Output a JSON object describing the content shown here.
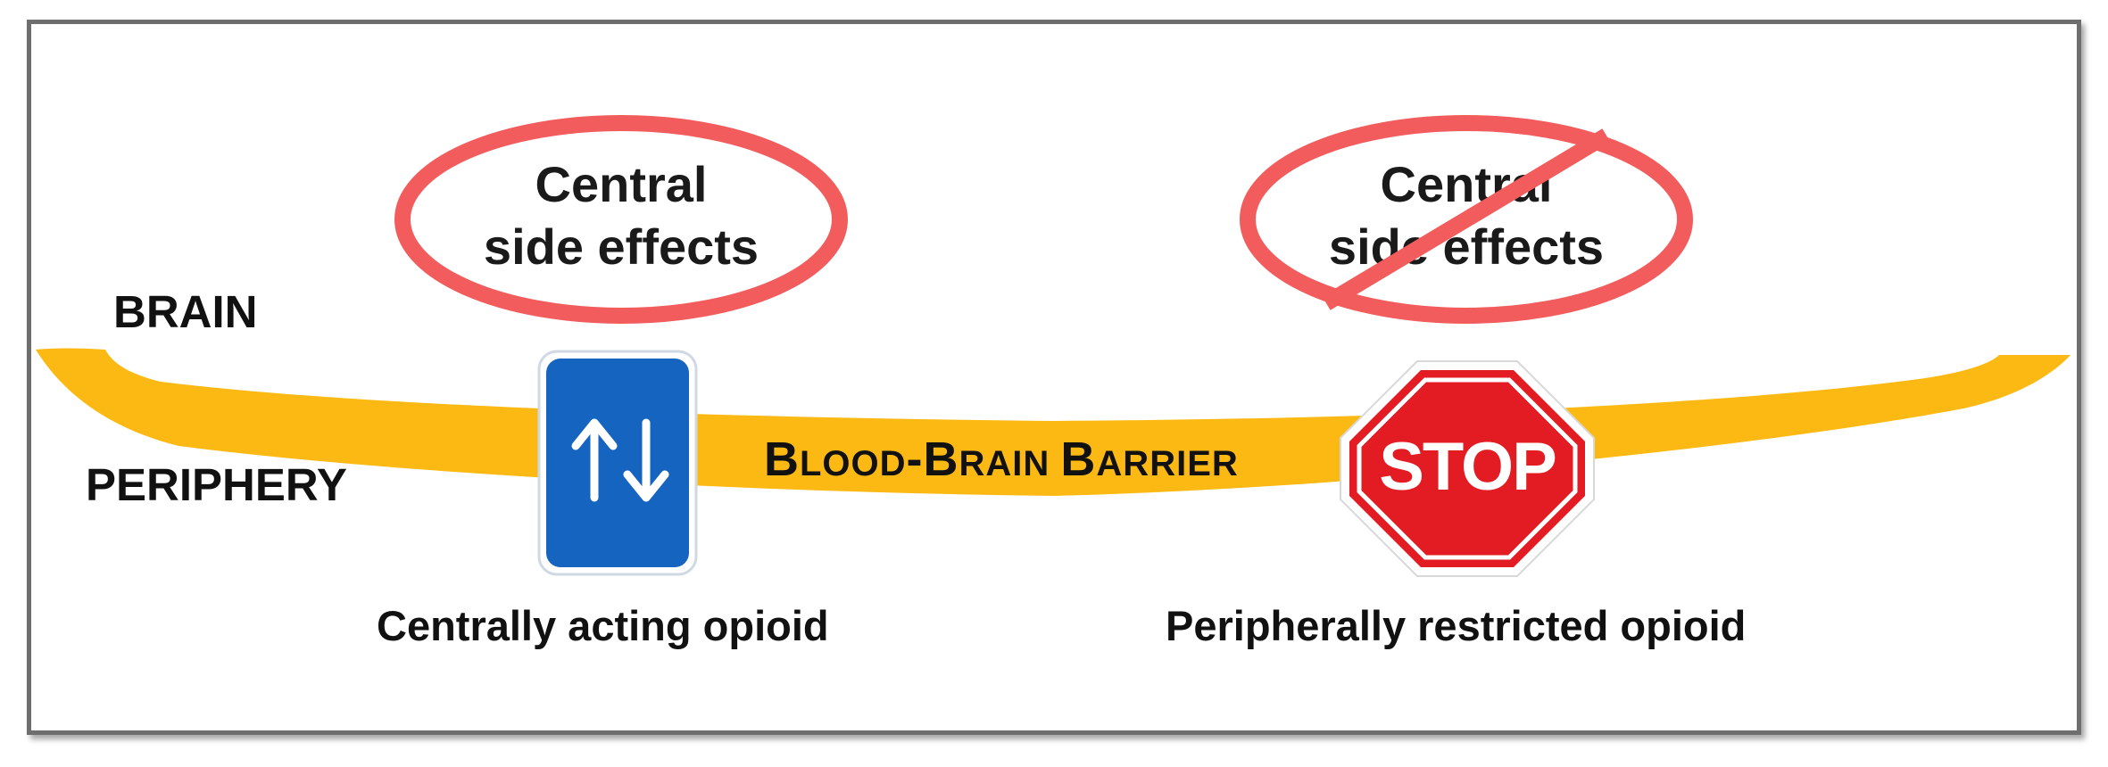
{
  "regions": {
    "brain": "BRAIN",
    "periphery": "PERIPHERY"
  },
  "barrier": {
    "label_parts": [
      {
        "cap": "B",
        "rest": "LOOD"
      },
      {
        "cap": "-B",
        "rest": "RAIN "
      },
      {
        "cap": "B",
        "rest": "ARRIER"
      }
    ],
    "color": "#FDB913"
  },
  "left": {
    "oval_line1": "Central",
    "oval_line2": "side effects",
    "sign_icon": "two-way-traffic-arrows-icon",
    "caption": "Centrally acting opioid"
  },
  "right": {
    "oval_line1": "Central",
    "oval_line2": "side effects",
    "sign_icon": "stop-sign-icon",
    "sign_text": "STOP",
    "caption": "Peripherally restricted opioid"
  },
  "colors": {
    "oval_stroke": "#F25C5C",
    "sign_blue": "#1565C0",
    "stop_red": "#E31B23"
  }
}
